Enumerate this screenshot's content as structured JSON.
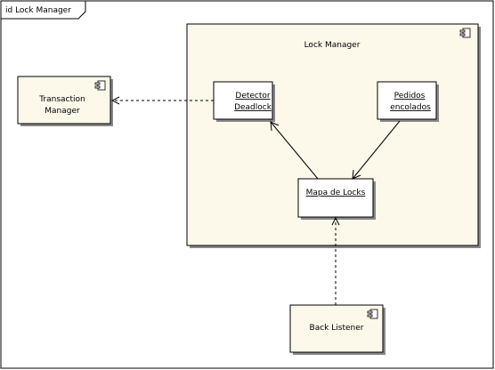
{
  "frame": {
    "title": "id Lock Manager"
  },
  "components": {
    "transaction_manager": {
      "line1": "Transaction",
      "line2": "Manager"
    },
    "lock_manager": {
      "title": "Lock Manager"
    },
    "back_listener": {
      "label": "Back Listener"
    }
  },
  "parts": {
    "detector_deadlock": {
      "line1": "Detector",
      "line2": "Deadlock"
    },
    "pedidos_encolados": {
      "line1": "Pedidos",
      "line2": "encolados"
    },
    "mapa_de_locks": {
      "label": "Mapa de Locks"
    }
  },
  "icons": {
    "component": "component-icon"
  },
  "colors": {
    "component_fill": "#fcf8ea",
    "part_fill": "#ffffff",
    "stroke": "#000000"
  }
}
